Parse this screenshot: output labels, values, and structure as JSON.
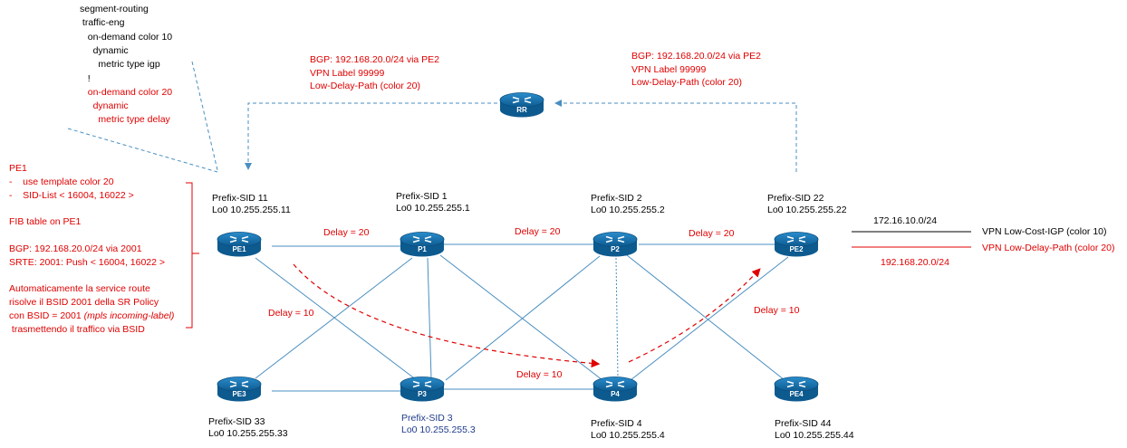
{
  "config": {
    "lines": [
      {
        "text": "segment-routing",
        "color": "black"
      },
      {
        "text": " traffic-eng",
        "color": "black"
      },
      {
        "text": "   on-demand color 10",
        "color": "black"
      },
      {
        "text": "     dynamic",
        "color": "black"
      },
      {
        "text": "       metric type igp",
        "color": "black"
      },
      {
        "text": "   !",
        "color": "black"
      },
      {
        "text": "   on-demand color 20",
        "color": "red"
      },
      {
        "text": "     dynamic",
        "color": "red"
      },
      {
        "text": "       metric type delay",
        "color": "red"
      }
    ]
  },
  "pe1_notes": [
    "PE1",
    "-    use template color 20",
    "-    SID-List < 16004, 16022 >",
    "",
    "FIB table on PE1",
    "",
    "BGP: 192.168.20.0/24 via 2001",
    "SRTE: 2001: Push < 16004, 16022 >",
    "",
    "Automaticamente la service route",
    "risolve il BSID 2001 della SR Policy",
    "con BSID = 2001 (mpls incoming-label)",
    " trasmettendo il traffico via BSID"
  ],
  "bgp_left": [
    "BGP: 192.168.20.0/24 via PE2",
    "VPN Label 99999",
    "Low-Delay-Path (color 20)"
  ],
  "bgp_right": [
    "BGP: 192.168.20.0/24 via PE2",
    "VPN Label 99999",
    "Low-Delay-Path (color 20)"
  ],
  "routers": {
    "RR": {
      "label": "RR"
    },
    "PE1": {
      "label": "PE1",
      "sid": "Prefix-SID 11",
      "lo": "Lo0 10.255.255.11"
    },
    "P1": {
      "label": "P1",
      "sid": "Prefix-SID 1",
      "lo": "Lo0 10.255.255.1"
    },
    "P2": {
      "label": "P2",
      "sid": "Prefix-SID 2",
      "lo": "Lo0 10.255.255.2"
    },
    "PE2": {
      "label": "PE2",
      "sid": "Prefix-SID 22",
      "lo": "Lo0 10.255.255.22"
    },
    "PE3": {
      "label": "PE3",
      "sid": "Prefix-SID 33",
      "lo": "Lo0 10.255.255.33"
    },
    "P3": {
      "label": "P3",
      "sid": "Prefix-SID 3",
      "lo": "Lo0 10.255.255.3"
    },
    "P4": {
      "label": "P4",
      "sid": "Prefix-SID 4",
      "lo": "Lo0 10.255.255.4"
    },
    "PE4": {
      "label": "PE4",
      "sid": "Prefix-SID 44",
      "lo": "Lo0 10.255.255.44"
    }
  },
  "delays": {
    "pe1_p1": "Delay = 20",
    "p1_p2": "Delay = 20",
    "p2_pe2": "Delay = 20",
    "pe1_p3": "Delay = 10",
    "p3_p4": "Delay = 10",
    "p4_pe2": "Delay = 10"
  },
  "prefixes": {
    "igp_prefix": "172.16.10.0/24",
    "delay_prefix": "192.168.20.0/24",
    "vpn_igp": "VPN Low-Cost-IGP (color 10)",
    "vpn_delay": "VPN Low-Delay-Path (color 20)"
  },
  "colors": {
    "red": "#e00000",
    "link": "#4a8fc0",
    "router": "#1a6fa8"
  }
}
